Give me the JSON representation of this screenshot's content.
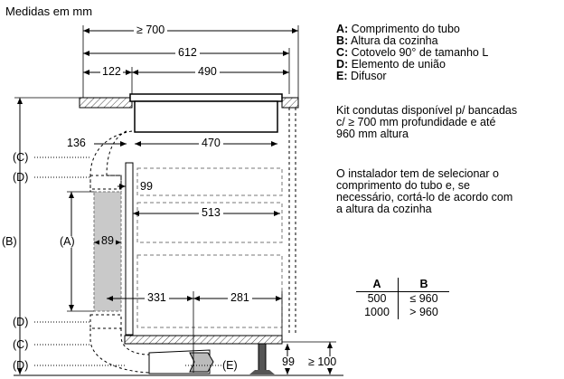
{
  "title": "Medidas em mm",
  "dimensions": {
    "d700": "≥ 700",
    "d612": "612",
    "d122": "122",
    "d490": "490",
    "d136": "136",
    "d470": "470",
    "d99_side": "99",
    "d513": "513",
    "d89": "89",
    "d331": "331",
    "d281": "281",
    "d99_bottom": "99",
    "d100": "≥ 100"
  },
  "callouts": {
    "C_top": "(C)",
    "D_top": "(D)",
    "B": "(B)",
    "A": "(A)",
    "D_mid": "(D)",
    "C_bottom": "(C)",
    "D_bottom": "(D)",
    "E": "(E)"
  },
  "legend": [
    {
      "key": "A:",
      "text": " Comprimento do tubo"
    },
    {
      "key": "B:",
      "text": " Altura da cozinha"
    },
    {
      "key": "C:",
      "text": " Cotovelo 90° de tamanho L"
    },
    {
      "key": "D:",
      "text": " Elemento de união"
    },
    {
      "key": "E:",
      "text": " Difusor"
    }
  ],
  "note1": [
    "Kit condutas disponível p/ bancadas",
    "c/ ≥ 700 mm profundidade e até",
    "960 mm altura"
  ],
  "note2": [
    "O instalador tem de selecionar o",
    "comprimento do tubo e, se",
    "necessário, cortá-lo de acordo com",
    "a altura da cozinha"
  ],
  "table": {
    "headers": [
      "A",
      "B"
    ],
    "rows": [
      [
        "500",
        "≤ 960"
      ],
      [
        "1000",
        "> 960"
      ]
    ]
  }
}
